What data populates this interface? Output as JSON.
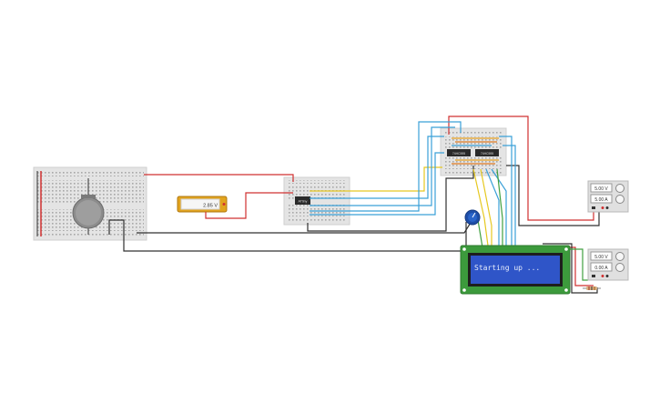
{
  "workspace": {
    "background": "#ffffff"
  },
  "multimeter": {
    "reading": "2.85 V"
  },
  "lcd": {
    "text": "Starting up ..."
  },
  "power_supply_1": {
    "voltage": "5.00 V",
    "current": "5.00 A"
  },
  "power_supply_2": {
    "voltage": "5.00 V",
    "current": "0.00 A"
  },
  "chips": {
    "attiny_label": "ATtiny",
    "sr1_label": "74HC595",
    "sr2_label": "74HC595"
  },
  "colors": {
    "breadboard": "#e4e4e4",
    "wire_red": "#d03030",
    "wire_black": "#303030",
    "wire_yellow": "#e6c820",
    "wire_blue": "#3aa0d8",
    "wire_green": "#40a040",
    "lcd_screen": "#2f55c8",
    "lcd_pcb": "#3c9a3c"
  }
}
